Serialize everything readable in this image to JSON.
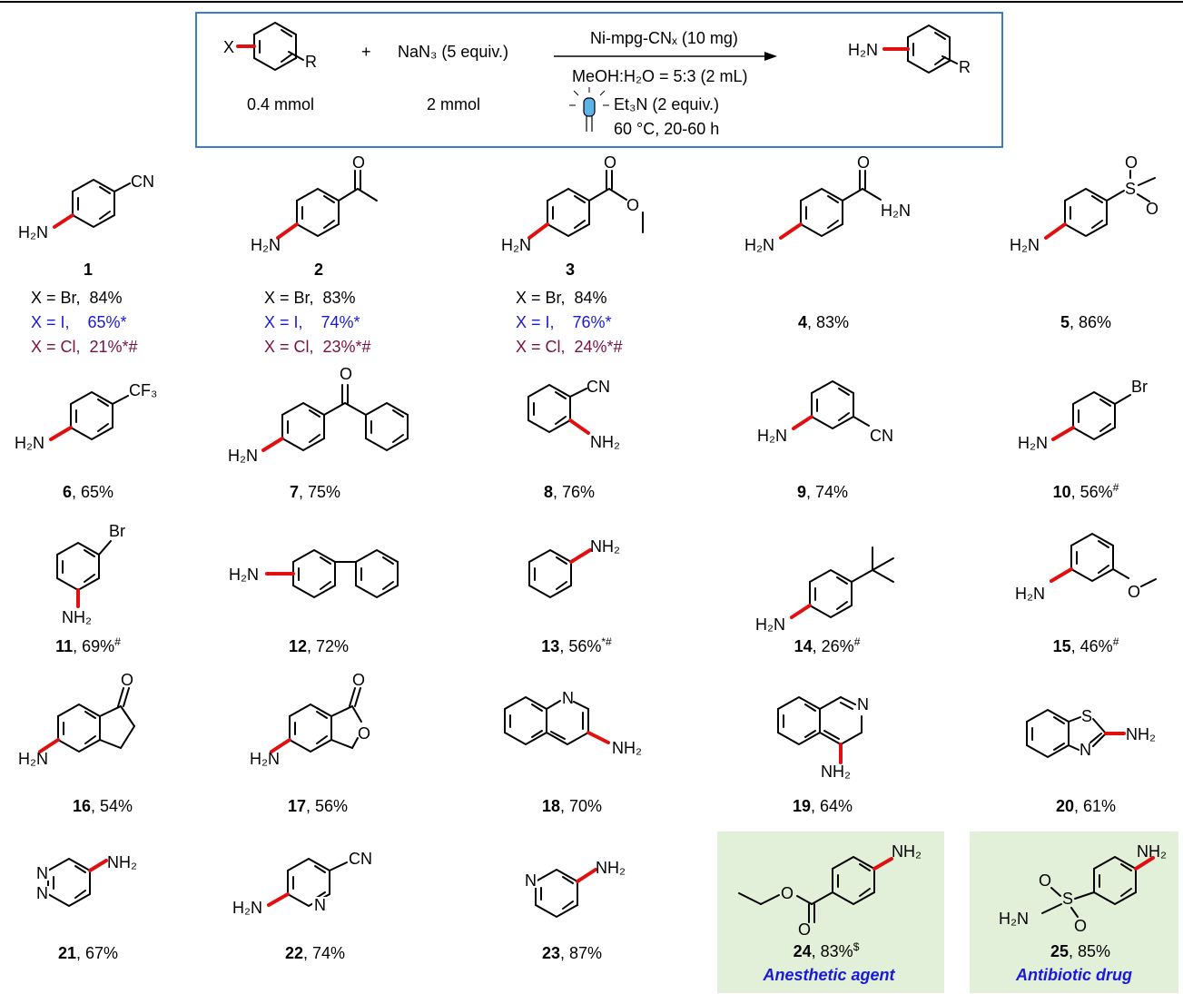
{
  "reaction": {
    "x_label": "X",
    "r_label": "R",
    "plus": "+",
    "reagent": "NaN₃ (5 equiv.)",
    "substrate_amount": "0.4 mmol",
    "reagent_amount": "2 mmol",
    "catalyst": "Ni-mpg-CNₓ (10 mg)",
    "solvent": "MeOH:H₂O = 5:3 (2 mL)",
    "base": "Et₃N (2 equiv.)",
    "conditions": "60 °C, 20-60 h",
    "product_amine": "H₂N",
    "product_r": "R"
  },
  "labels": {
    "nh2_left": "H₂N",
    "nh2_right": "NH₂",
    "cn": "CN",
    "o": "O",
    "s": "S",
    "n": "N",
    "br": "Br",
    "cf3": "CF₃"
  },
  "compounds": [
    {
      "id": "1",
      "yield": ", 84%"
    },
    {
      "id": "2",
      "yield": ", 83%"
    },
    {
      "id": "3",
      "yield": ", 84%"
    },
    {
      "id": "4",
      "yield": ", 83%"
    },
    {
      "id": "5",
      "yield": ", 86%"
    },
    {
      "id": "6",
      "yield": ", 65%"
    },
    {
      "id": "7",
      "yield": ", 75%"
    },
    {
      "id": "8",
      "yield": ", 76%"
    },
    {
      "id": "9",
      "yield": ", 74%"
    },
    {
      "id": "10",
      "yield": ", 56%",
      "mark": "#"
    },
    {
      "id": "11",
      "yield": ", 69%",
      "mark": "#"
    },
    {
      "id": "12",
      "yield": ", 72%"
    },
    {
      "id": "13",
      "yield": ", 56%",
      "mark": "*#"
    },
    {
      "id": "14",
      "yield": ", 26%",
      "mark": "#"
    },
    {
      "id": "15",
      "yield": ", 46%",
      "mark": "#"
    },
    {
      "id": "16",
      "yield": ", 54%"
    },
    {
      "id": "17",
      "yield": ", 56%"
    },
    {
      "id": "18",
      "yield": ", 70%"
    },
    {
      "id": "19",
      "yield": ", 64%"
    },
    {
      "id": "20",
      "yield": ", 61%"
    },
    {
      "id": "21",
      "yield": ", 67%"
    },
    {
      "id": "22",
      "yield": ", 74%"
    },
    {
      "id": "23",
      "yield": ", 87%"
    },
    {
      "id": "24",
      "yield": ", 83%",
      "mark": "$",
      "note": "Anesthetic agent"
    },
    {
      "id": "25",
      "yield": ", 85%",
      "note": "Antibiotic drug"
    }
  ],
  "halide_yields": [
    [
      "X = Br,  84%",
      "X = I,    65%*",
      "X = Cl,  21%*#"
    ],
    [
      "X = Br,  83%",
      "X = I,    74%*",
      "X = Cl,  23%*#"
    ],
    [
      "X = Br,  84%",
      "X = I,    76%*",
      "X = Cl,  24%*#"
    ]
  ],
  "colors": {
    "box_border": "#3b7dc4",
    "highlight_bond": "#e01010",
    "iodide_text": "#1a1ad6",
    "chloride_text": "#7a1040",
    "drug_panel": "#e2efd9",
    "drug_note": "#1a1ad6"
  }
}
